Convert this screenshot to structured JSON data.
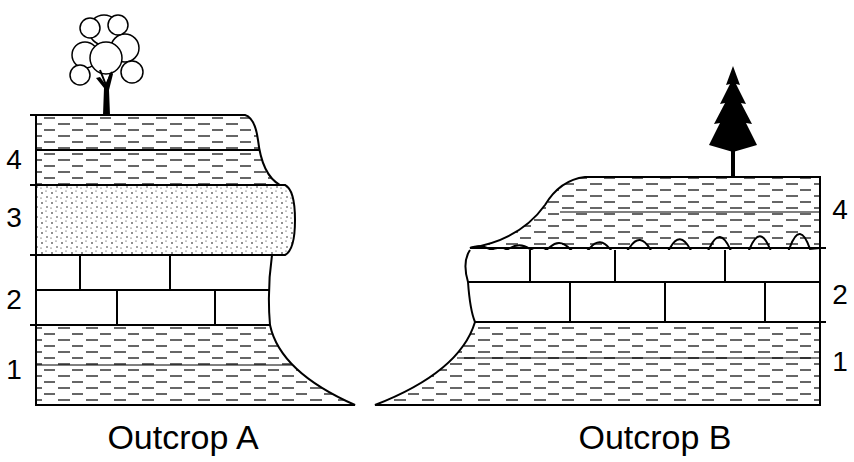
{
  "diagram": {
    "labels": [
      "4",
      "3",
      "2",
      "1",
      "4",
      "2",
      "1",
      "Outcrop A",
      "Outcrop B"
    ]
  }
}
